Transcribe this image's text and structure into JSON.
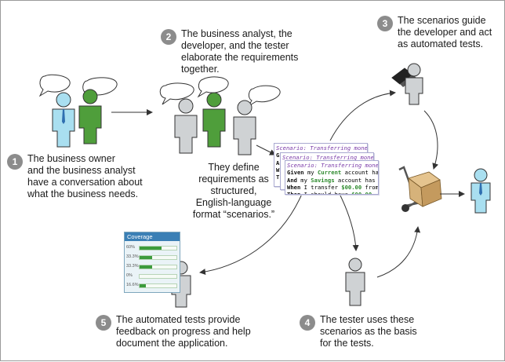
{
  "steps": [
    {
      "num": "1",
      "lines": [
        "The business owner",
        "and the business analyst",
        "have a conversation about",
        "what the business needs."
      ]
    },
    {
      "num": "2",
      "lines": [
        "The business analyst, the",
        "developer, and the tester",
        "elaborate the requirements",
        "together."
      ]
    },
    {
      "num": "3",
      "lines": [
        "The scenarios guide",
        "the developer and act",
        "as automated tests."
      ]
    },
    {
      "num": "4",
      "lines": [
        "The tester uses these",
        "scenarios as the basis",
        "for the tests."
      ]
    },
    {
      "num": "5",
      "lines": [
        "The automated tests provide",
        "feedback on progress and help",
        "document the application."
      ]
    }
  ],
  "center_note": [
    "They define",
    "requirements as",
    "structured,",
    "English-language",
    "format “scenarios.”"
  ],
  "scenario_doc": {
    "title": "Scenario: Transferring money to",
    "lines": [
      [
        {
          "t": "Given",
          "c": "kw"
        },
        {
          "t": " my "
        },
        {
          "t": "Current",
          "c": "hl"
        },
        {
          "t": " account has a b"
        }
      ],
      [
        {
          "t": "And",
          "c": "kw"
        },
        {
          "t": " my "
        },
        {
          "t": "Savings",
          "c": "hl"
        },
        {
          "t": " account has a bal"
        }
      ],
      [
        {
          "t": "When",
          "c": "kw"
        },
        {
          "t": " I transfer "
        },
        {
          "t": "$00.00",
          "c": "hl"
        },
        {
          "t": " from my"
        }
      ],
      [
        {
          "t": "Then",
          "c": "kw"
        },
        {
          "t": " I should have "
        },
        {
          "t": "$00.00",
          "c": "hl"
        }
      ]
    ],
    "back_fragments": [
      "Gi",
      "An",
      "Wh",
      "Th"
    ]
  },
  "coverage": {
    "header": "Coverage",
    "rows": [
      {
        "label": "60%",
        "value": 60
      },
      {
        "label": "33.3%",
        "value": 33.3
      },
      {
        "label": "33.3%",
        "value": 33.3
      },
      {
        "label": "0%",
        "value": 0
      },
      {
        "label": "16.6%",
        "value": 16.6
      }
    ]
  },
  "colors": {
    "person_gray": "#cfd2d4",
    "person_green": "#4f9e3b",
    "person_blue": "#a9dff0",
    "tie": "#2f6fb0",
    "box": "#d6b27a"
  }
}
